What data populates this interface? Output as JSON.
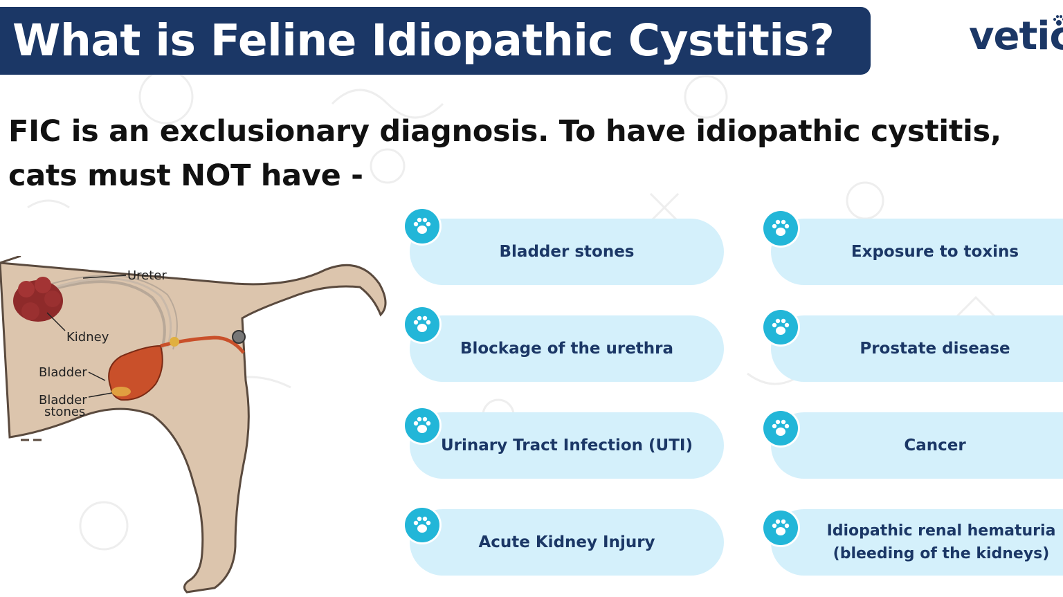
{
  "header": {
    "title": "What is Feline Idiopathic Cystitis?",
    "logo_text": "vetic"
  },
  "subtitle": "FIC is an exclusionary diagnosis. To have idiopathic cystitis, cats must NOT have -",
  "illustration": {
    "labels": {
      "ureter": "Ureter",
      "kidney": "Kidney",
      "bladder": "Bladder",
      "bladder_stones_line1": "Bladder",
      "bladder_stones_line2": "stones"
    }
  },
  "conditions": {
    "left": [
      "Bladder stones",
      "Blockage of the urethra",
      "Urinary Tract Infection (UTI)",
      "Acute Kidney Injury"
    ],
    "right": [
      "Exposure to toxins",
      "Prostate disease",
      "Cancer",
      "Idiopathic renal hematuria (bleeding of the kidneys)"
    ]
  },
  "icons": {
    "badge": "paw-icon",
    "logo_mark": "paw-icon"
  },
  "colors": {
    "title_bar": "#1b3766",
    "pill_background": "#d4f0fb",
    "badge": "#22b6d8",
    "pill_text": "#1b3766"
  }
}
